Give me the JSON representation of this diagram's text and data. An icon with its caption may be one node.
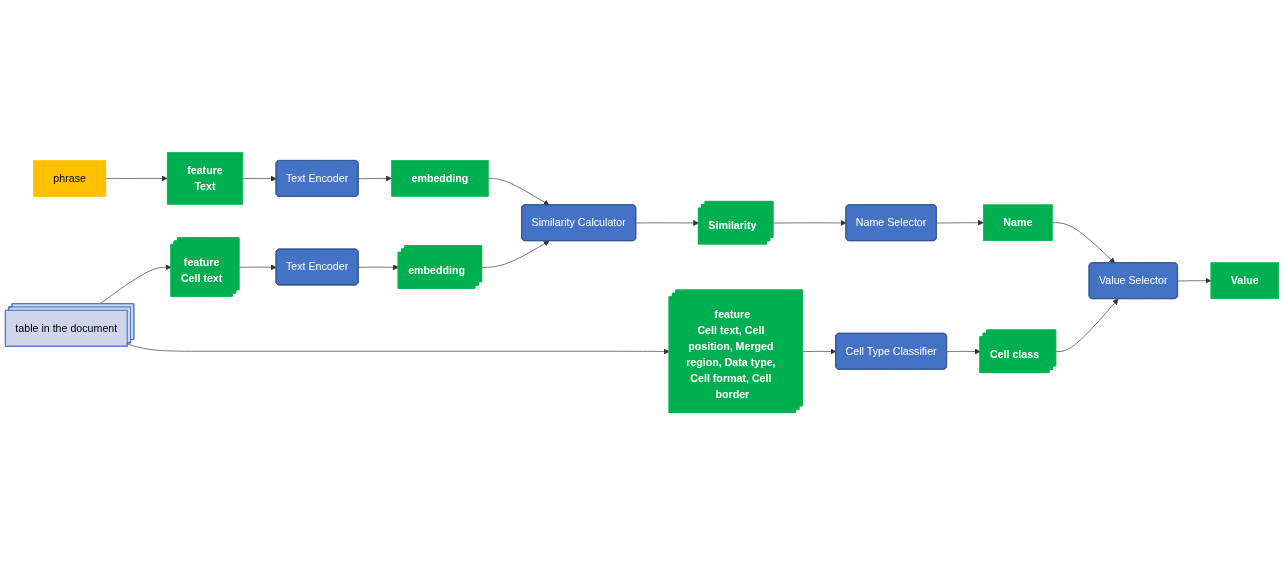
{
  "diagram": {
    "nodes": [
      {
        "text": [
          "phrase"
        ]
      },
      {
        "text": [
          "feature",
          "Text"
        ]
      },
      {
        "text": [
          "Text Encoder"
        ]
      },
      {
        "text": [
          "embedding"
        ]
      },
      {
        "text": [
          "feature",
          "Cell text"
        ]
      },
      {
        "text": [
          "Text Encoder"
        ]
      },
      {
        "text": [
          "embedding"
        ]
      },
      {
        "text": [
          "Similarity Calculator"
        ]
      },
      {
        "text": [
          "Similarity"
        ]
      },
      {
        "text": [
          "Name Selector"
        ]
      },
      {
        "text": [
          "Name"
        ]
      },
      {
        "text": [
          "table in the document"
        ]
      },
      {
        "text": [
          "feature",
          "Cell text, Cell position, Merged region, Data type, Cell format, Cell border"
        ]
      },
      {
        "text": [
          "Cell Type Classifier"
        ]
      },
      {
        "text": [
          "Cell class"
        ]
      },
      {
        "text": [
          "Value Selector"
        ]
      },
      {
        "text": [
          "Value"
        ]
      }
    ],
    "edges": [
      {
        "from": 0,
        "to": 1,
        "arrow": "to"
      },
      {
        "from": 1,
        "to": 2,
        "arrow": "to"
      },
      {
        "from": 2,
        "to": 3,
        "arrow": "to"
      },
      {
        "from": 3,
        "to": 7,
        "arrow": "to"
      },
      {
        "from": 11,
        "to": 4,
        "arrow": "to"
      },
      {
        "from": 4,
        "to": 5,
        "arrow": "to"
      },
      {
        "from": 5,
        "to": 6,
        "arrow": "to"
      },
      {
        "from": 6,
        "to": 7,
        "arrow": "to"
      },
      {
        "from": 7,
        "to": 8,
        "arrow": "to"
      },
      {
        "from": 8,
        "to": 9,
        "arrow": "to"
      },
      {
        "from": 9,
        "to": 10,
        "arrow": "to"
      },
      {
        "from": 10,
        "to": 15,
        "arrow": "to"
      },
      {
        "from": 11,
        "to": 12,
        "arrow": "to"
      },
      {
        "from": 12,
        "to": 13,
        "arrow": "to"
      },
      {
        "from": 13,
        "to": 14,
        "arrow": "to"
      },
      {
        "from": 14,
        "to": 15,
        "arrow": "to"
      },
      {
        "from": 15,
        "to": 16,
        "arrow": "to"
      }
    ]
  }
}
